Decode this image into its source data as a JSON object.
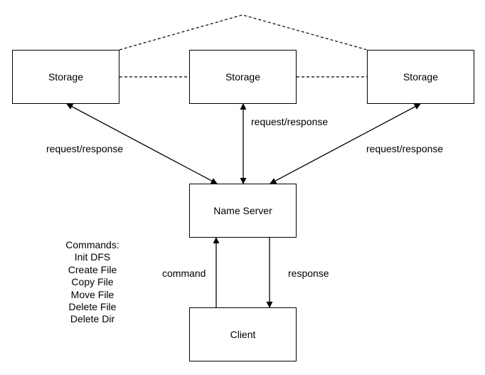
{
  "nodes": {
    "storage_left": "Storage",
    "storage_middle": "Storage",
    "storage_right": "Storage",
    "name_server": "Name Server",
    "client": "Client"
  },
  "edges": {
    "left_label": "request/response",
    "middle_label": "request/response",
    "right_label": "request/response",
    "command_label": "command",
    "response_label": "response"
  },
  "commands": {
    "title": "Commands:",
    "items": [
      "Init DFS",
      "Create File",
      "Copy File",
      "Move File",
      "Delete File",
      "Delete Dir"
    ]
  }
}
